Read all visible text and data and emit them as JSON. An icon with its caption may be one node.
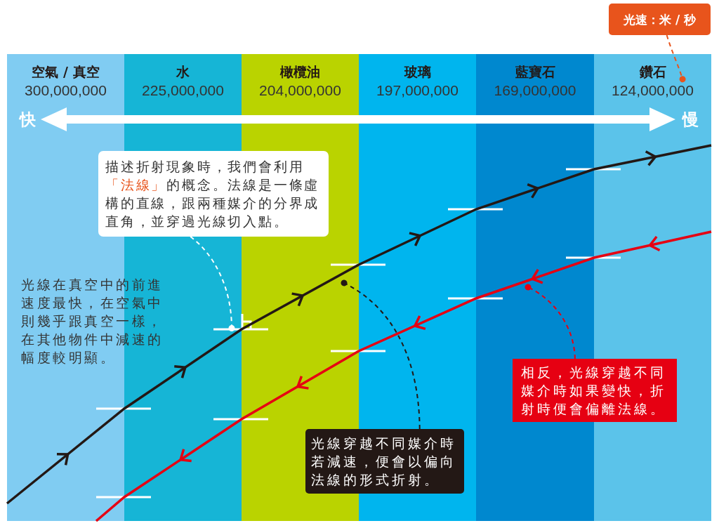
{
  "diagram": {
    "nodes": [
      {
        "text": [
          "空氣 / 真空",
          "300,000,000"
        ]
      },
      {
        "text": [
          "水",
          "225,000,000"
        ]
      },
      {
        "text": [
          "橄欖油",
          "204,000,000"
        ]
      },
      {
        "text": [
          "玻璃",
          "197,000,000"
        ]
      },
      {
        "text": [
          "藍寶石",
          "169,000,000"
        ]
      },
      {
        "text": [
          "鑽石",
          "124,000,000"
        ]
      },
      {
        "text": [
          "光速：米 / 秒"
        ]
      },
      {
        "text": [
          "描述折射現象時，我們會利用**「法線」**的概念。法線是一條虛構的直線，跟兩種媒介的分界成直角，並穿過光線切入點。"
        ]
      },
      {
        "text": [],
        "shape": "line"
      },
      {
        "text": [
          "光線穿越不同媒介時若減速，便會以偏向法線的形式折射。"
        ]
      },
      {
        "text": [
          "相反，光線穿越不同媒介時如果變快，折射時便會偏離法線。"
        ]
      }
    ],
    "edges": [
      {
        "from": 6,
        "to": 5,
        "arrow": "other",
        "style": "dashed",
        "color": "#e8541c"
      },
      {
        "from": 7,
        "to": 8,
        "arrow": "other",
        "style": "dashed",
        "color": "#ffffff"
      },
      {
        "from": 9,
        "to": null,
        "arrow": "other",
        "style": "dashed",
        "color": "#231815"
      },
      {
        "from": 10,
        "to": null,
        "arrow": "other",
        "style": "dashed",
        "color": "#e60012"
      }
    ],
    "labels": [
      "快",
      "慢",
      "光線在真空中的前進速度最快，在空氣中則幾乎跟真空一樣，在其他物件中減速的幅度較明顯。"
    ]
  }
}
